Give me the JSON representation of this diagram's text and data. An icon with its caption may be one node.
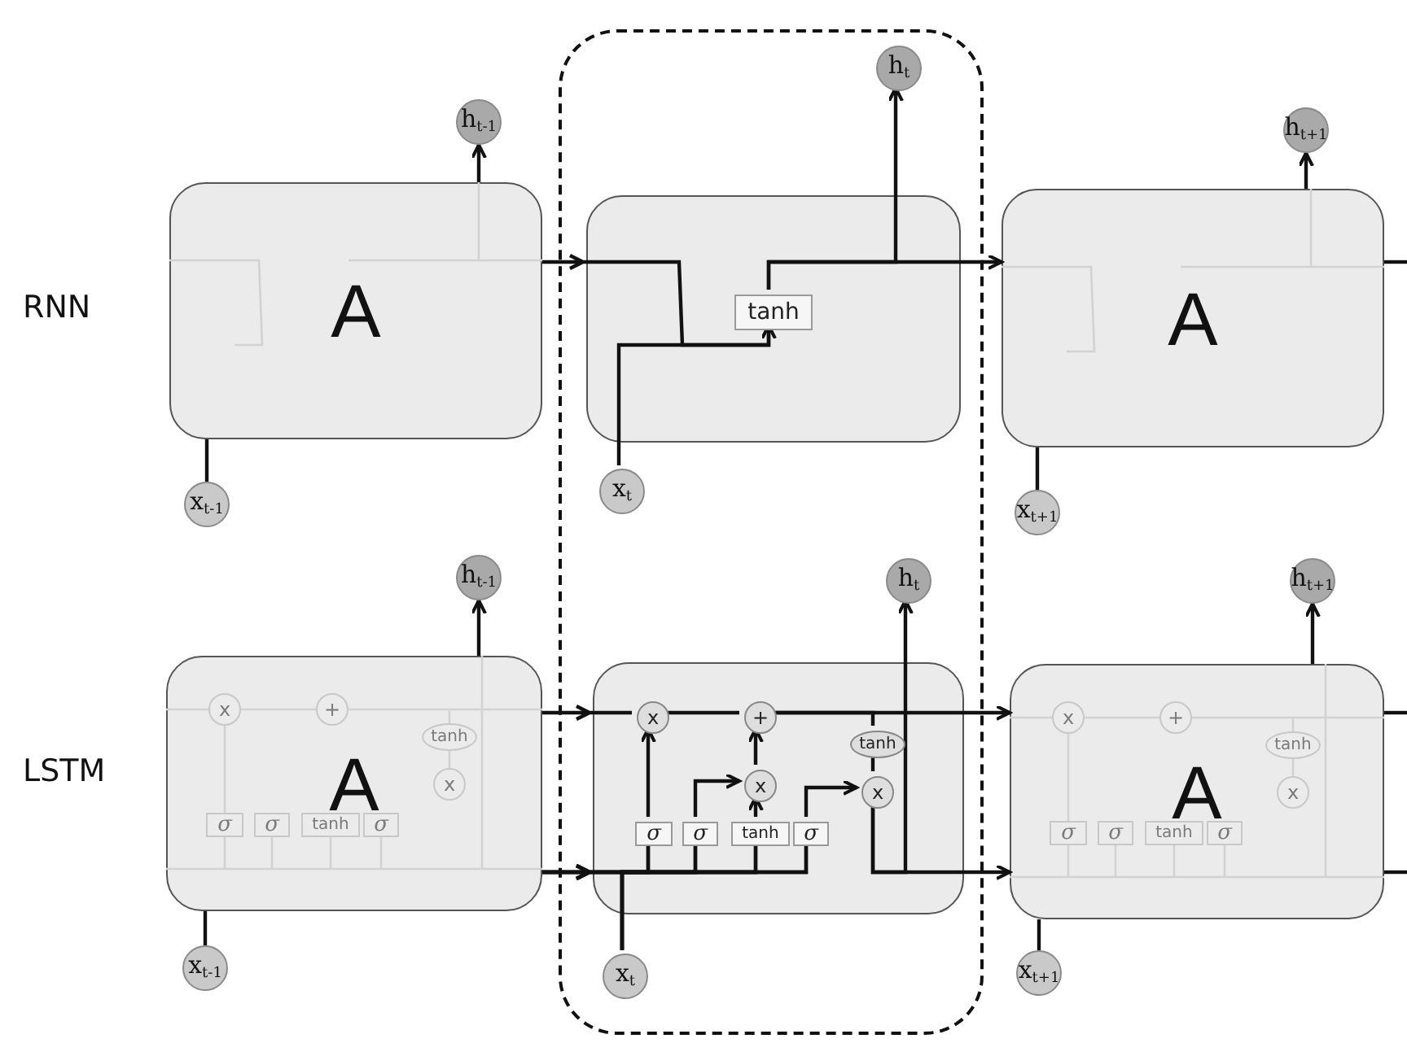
{
  "diagram": {
    "nodes": [
      {
        "text": [],
        "shape": "box"
      },
      {
        "text": [
          "A"
        ]
      },
      {
        "text": [],
        "shape": "box",
        "in": 0
      },
      {
        "text": [
          "tanh"
        ],
        "in": 2
      },
      {
        "text": [
          "A"
        ]
      },
      {
        "text": [
          "h$_{t-1}$"
        ]
      },
      {
        "text": [
          "x$_{t-1}$"
        ]
      },
      {
        "text": [
          "h$_{t}$"
        ],
        "in": 0
      },
      {
        "text": [
          "x$_{t}$"
        ],
        "in": 0
      },
      {
        "text": [
          "h$_{t+1}$"
        ]
      },
      {
        "text": [
          "x$_{t+1}$"
        ]
      },
      {
        "text": [
          "A"
        ]
      },
      {
        "text": [],
        "shape": "box",
        "in": 0
      },
      {
        "text": [
          "x"
        ],
        "in": 12
      },
      {
        "text": [
          "+"
        ],
        "in": 12
      },
      {
        "text": [
          "tanh"
        ],
        "in": 12
      },
      {
        "text": [
          "x"
        ],
        "in": 12
      },
      {
        "text": [
          "x"
        ],
        "in": 12
      },
      {
        "text": [
          "σ"
        ],
        "in": 12
      },
      {
        "text": [
          "σ"
        ],
        "in": 12
      },
      {
        "text": [
          "tanh"
        ],
        "in": 12
      },
      {
        "text": [
          "σ"
        ],
        "in": 12
      },
      {
        "text": [
          "A"
        ]
      },
      {
        "text": [
          "h$_{t-1}$"
        ]
      },
      {
        "text": [
          "x$_{t-1}$"
        ]
      },
      {
        "text": [
          "h$_{t}$"
        ],
        "in": 0
      },
      {
        "text": [
          "x$_{t}$"
        ],
        "in": 0
      },
      {
        "text": [
          "h$_{t+1}$"
        ]
      },
      {
        "text": [
          "x$_{t+1}$"
        ]
      }
    ],
    "edges": [
      {
        "from": 6,
        "to": 1,
        "arrow": "none"
      },
      {
        "from": 1,
        "to": 5,
        "arrow": "to"
      },
      {
        "from": 1,
        "to": 3,
        "arrow": "to"
      },
      {
        "from": 8,
        "to": 3,
        "arrow": "to"
      },
      {
        "from": 3,
        "to": 7,
        "arrow": "to"
      },
      {
        "from": 3,
        "to": 4,
        "arrow": "to"
      },
      {
        "from": 10,
        "to": 4,
        "arrow": "none"
      },
      {
        "from": 4,
        "to": 9,
        "arrow": "to"
      },
      {
        "from": 4,
        "to": null,
        "arrow": "none"
      },
      {
        "from": 24,
        "to": 11,
        "arrow": "none"
      },
      {
        "from": 11,
        "to": 23,
        "arrow": "to"
      },
      {
        "from": 11,
        "to": 13,
        "arrow": "to"
      },
      {
        "from": 13,
        "to": 14,
        "arrow": "none"
      },
      {
        "from": 14,
        "to": 22,
        "arrow": "to"
      },
      {
        "from": 14,
        "to": 15,
        "arrow": "none"
      },
      {
        "from": 15,
        "to": 17,
        "arrow": "none"
      },
      {
        "from": 17,
        "to": 25,
        "arrow": "to"
      },
      {
        "from": 17,
        "to": 22,
        "arrow": "to"
      },
      {
        "from": 11,
        "to": 18,
        "arrow": "to"
      },
      {
        "from": 11,
        "to": 19,
        "arrow": "to"
      },
      {
        "from": 11,
        "to": 20,
        "arrow": "to"
      },
      {
        "from": 11,
        "to": 21,
        "arrow": "to"
      },
      {
        "from": 26,
        "to": 18,
        "arrow": "none"
      },
      {
        "from": 26,
        "to": 19,
        "arrow": "none"
      },
      {
        "from": 26,
        "to": 20,
        "arrow": "none"
      },
      {
        "from": 26,
        "to": 21,
        "arrow": "none"
      },
      {
        "from": 18,
        "to": 13,
        "arrow": "to"
      },
      {
        "from": 19,
        "to": 16,
        "arrow": "to"
      },
      {
        "from": 20,
        "to": 16,
        "arrow": "to"
      },
      {
        "from": 16,
        "to": 14,
        "arrow": "to"
      },
      {
        "from": 21,
        "to": 17,
        "arrow": "to"
      },
      {
        "from": 28,
        "to": 22,
        "arrow": "none"
      },
      {
        "from": 22,
        "to": 27,
        "arrow": "to"
      },
      {
        "from": 22,
        "to": null,
        "arrow": "none"
      },
      {
        "from": 22,
        "to": null,
        "arrow": "none"
      }
    ],
    "labels": [
      "RNN",
      "LSTM",
      "x",
      "+",
      "tanh",
      "x",
      "σ",
      "σ",
      "tanh",
      "σ",
      "x",
      "+",
      "tanh",
      "x",
      "σ",
      "σ",
      "tanh",
      "σ"
    ]
  }
}
